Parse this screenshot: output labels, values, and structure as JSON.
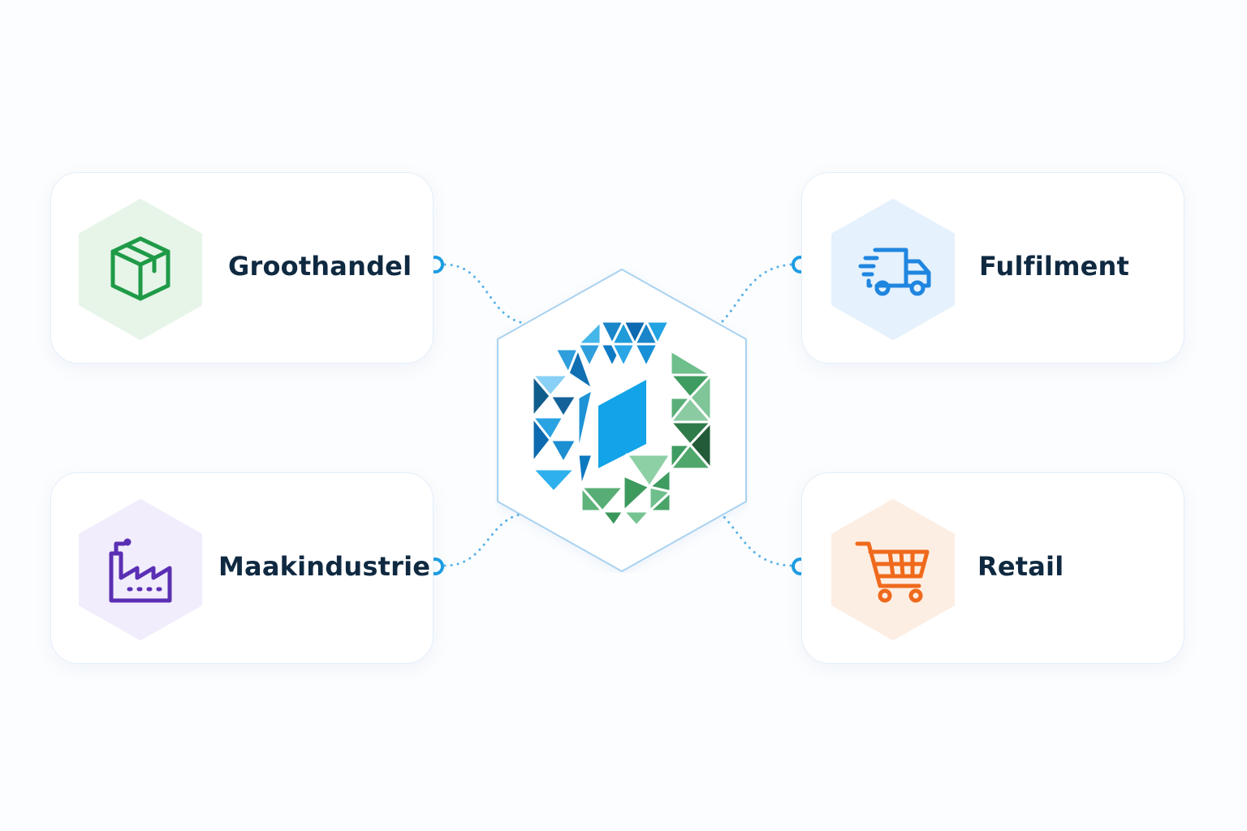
{
  "hub": {
    "logo_icon": "hexagon-mosaic-logo-icon"
  },
  "sectors": [
    {
      "label": "Groothandel",
      "icon": "package-box-icon",
      "accent": "#1f9a47",
      "badge_bg": "#e6f5e8"
    },
    {
      "label": "Fulfilment",
      "icon": "delivery-truck-icon",
      "accent": "#1f86e0",
      "badge_bg": "#e5f1fc"
    },
    {
      "label": "Maakindustrie",
      "icon": "factory-icon",
      "accent": "#5b2fb4",
      "badge_bg": "#f1edfc"
    },
    {
      "label": "Retail",
      "icon": "shopping-cart-icon",
      "accent": "#ef6a1c",
      "badge_bg": "#fdeee3"
    }
  ],
  "colors": {
    "connector": "#58b2ea",
    "connector_node": "#1d9de3",
    "hub_border": "#a9d2f0",
    "label_text": "#0f2941"
  }
}
